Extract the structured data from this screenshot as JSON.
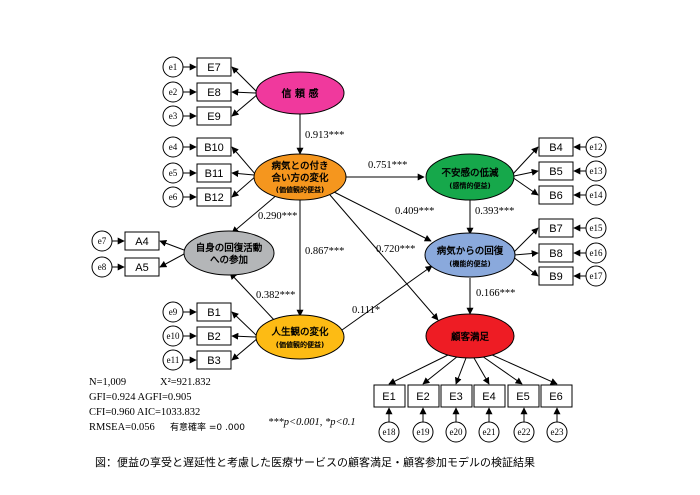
{
  "caption": "図：便益の享受と遅延性と考慮した医療サービスの顧客満足・顧客参加モデルの検証結果",
  "colors": {
    "shinrai": "#f0399d",
    "tsukiai": "#f5961e",
    "fuan": "#16a84b",
    "jishin": "#b4b6b8",
    "kaifuku": "#8aa9dc",
    "jinsei": "#fdbb14",
    "manzoku": "#ee1c24"
  },
  "latents": {
    "shinrai": {
      "line1": "信 頼 感",
      "line2": ""
    },
    "tsukiai": {
      "line1": "病気との付き",
      "line2": "合い方の変化",
      "line3": "(価値観的便益)"
    },
    "fuan": {
      "line1": "不安感の低減",
      "line2": "(感情的便益)"
    },
    "jishin": {
      "line1": "自身の回復活動",
      "line2": "への参加"
    },
    "kaifuku": {
      "line1": "病気からの回復",
      "line2": "(機能的便益)"
    },
    "jinsei": {
      "line1": "人生観の変化",
      "line2": "(価値観的便益)"
    },
    "manzoku": {
      "line1": "顧客満足",
      "line2": ""
    }
  },
  "indicators": {
    "E7": "E7",
    "E8": "E8",
    "E9": "E9",
    "B10": "B10",
    "B11": "B11",
    "B12": "B12",
    "A4": "A4",
    "A5": "A5",
    "B1": "B1",
    "B2": "B2",
    "B3": "B3",
    "B4": "B4",
    "B5": "B5",
    "B6": "B6",
    "B7": "B7",
    "B8": "B8",
    "B9": "B9",
    "E1": "E1",
    "E2": "E2",
    "E3": "E3",
    "E4": "E4",
    "E5": "E5",
    "E6": "E6"
  },
  "errors": {
    "e1": "e1",
    "e2": "e2",
    "e3": "e3",
    "e4": "e4",
    "e5": "e5",
    "e6": "e6",
    "e7": "e7",
    "e8": "e8",
    "e9": "e9",
    "e10": "e10",
    "e11": "e11",
    "e12": "e12",
    "e13": "e13",
    "e14": "e14",
    "e15": "e15",
    "e16": "e16",
    "e17": "e17",
    "e18": "e18",
    "e19": "e19",
    "e20": "e20",
    "e21": "e21",
    "e22": "e22",
    "e23": "e23"
  },
  "coefficients": {
    "shinrai_tsukiai": "0.913***",
    "tsukiai_fuan": "0.751***",
    "tsukiai_jishin": "0.290***",
    "tsukiai_kaifuku": "0.409***",
    "fuan_kaifuku": "0.393***",
    "tsukiai_jinsei": "0.867***",
    "tsukiai_manzoku": "0.720***",
    "jinsei_jishin": "0.382***",
    "jinsei_kaifuku": "0.111*",
    "kaifuku_manzoku": "0.166***"
  },
  "fit": {
    "line1a": "N=1,009",
    "line1b": "X²=921.832",
    "line2": "GFI=0.924  AGFI=0.905",
    "line3": "CFI=0.960  AIC=1033.832",
    "line4a": "RMSEA=0.056",
    "line4b": "有意確率 =0 .000",
    "significance": "***p<0.001, *p<0.1"
  }
}
